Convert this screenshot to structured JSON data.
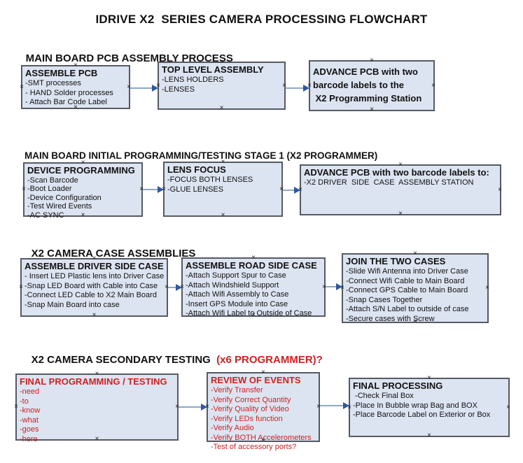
{
  "title": "IDRIVE X2  SERIES CAMERA PROCESSING FLOWCHART",
  "icons": {
    "connection_point": "×"
  },
  "colors": {
    "box_fill": "#dde4f1",
    "box_border": "#555a63",
    "red": "#cc2222",
    "arrow_line": "#8fa7c9",
    "arrow_head": "#2e57a5",
    "text": "#111111"
  },
  "sections": [
    {
      "header": "MAIN BOARD PCB ASSEMBLY PROCESS",
      "boxes": [
        {
          "title": "ASSEMBLE PCB",
          "items": [
            "-SMT processes",
            "- HAND Solder processes",
            "- Attach Bar Code Label"
          ]
        },
        {
          "title": "TOP LEVEL ASSEMBLY",
          "items": [
            "-LENS HOLDERS",
            "-LENSES"
          ]
        },
        {
          "title": "ADVANCE PCB with two\nbarcode labels to the\n X2 Programming Station",
          "items": []
        }
      ]
    },
    {
      "header": "MAIN BOARD INITIAL PROGRAMMING/TESTING STAGE 1 (X2 PROGRAMMER)",
      "boxes": [
        {
          "title": "DEVICE PROGRAMMING",
          "items": [
            "-Scan Barcode",
            "-Boot Loader",
            "-Device Configuration",
            "-Test Wired Events",
            "-AC SYNC"
          ]
        },
        {
          "title": "LENS FOCUS",
          "items": [
            "-FOCUS BOTH LENSES",
            "-GLUE LENSES"
          ]
        },
        {
          "title": "ADVANCE PCB with two barcode labels to:",
          "items": [
            "-X2 DRIVER  SIDE  CASE  ASSEMBLY STATION"
          ]
        }
      ]
    },
    {
      "header": "X2 CAMERA CASE ASSEMBLIES",
      "boxes": [
        {
          "title": "ASSEMBLE DRIVER SIDE CASE",
          "items": [
            "- Insert LED Plastic lens into Driver Case",
            "-Snap LED Board with Cable into Case",
            "-Connect LED Cable to X2 Main Board",
            "-Snap Main Board into case"
          ]
        },
        {
          "title": "ASSEMBLE ROAD SIDE CASE",
          "items": [
            "-Attach Support Spur to Case",
            "-Attach Windshield Support",
            "-Attach Wifi Assembly to Case",
            "-Insert GPS Module into Case",
            "-Attach Wifi Label to Outside of Case"
          ]
        },
        {
          "title": "JOIN THE TWO CASES",
          "items": [
            "-Slide Wifi Antenna into Driver Case",
            "-Connect Wifi Cable to Main Board",
            "-Connect GPS Cable to Main Board",
            "-Snap Cases Together",
            "-Attach S/N Label to outside of case",
            "-Secure cases with Screw"
          ]
        }
      ]
    },
    {
      "header": "X2 CAMERA SECONDARY TESTING  ",
      "header_red": "(x6 PROGRAMMER)?",
      "boxes": [
        {
          "title": "FINAL PROGRAMMING / TESTING",
          "items": [
            "-need",
            "-to",
            "-know",
            "-what",
            "-goes",
            "-here"
          ]
        },
        {
          "title": "REVIEW OF EVENTS",
          "items": [
            "-Verify Transfer",
            "-Verify Correct Quantity",
            "-Verify Quality of Video",
            "-Verify LEDs function",
            "-Verify Audio",
            "-Verify BOTH Accelerometers",
            "-Test of accessory ports?"
          ]
        },
        {
          "title": "FINAL PROCESSING",
          "items": [
            " -Check Final Box",
            "-Place In Bubble wrap Bag and BOX",
            "-Place Barcode Label on Exterior or Box"
          ]
        }
      ]
    }
  ]
}
